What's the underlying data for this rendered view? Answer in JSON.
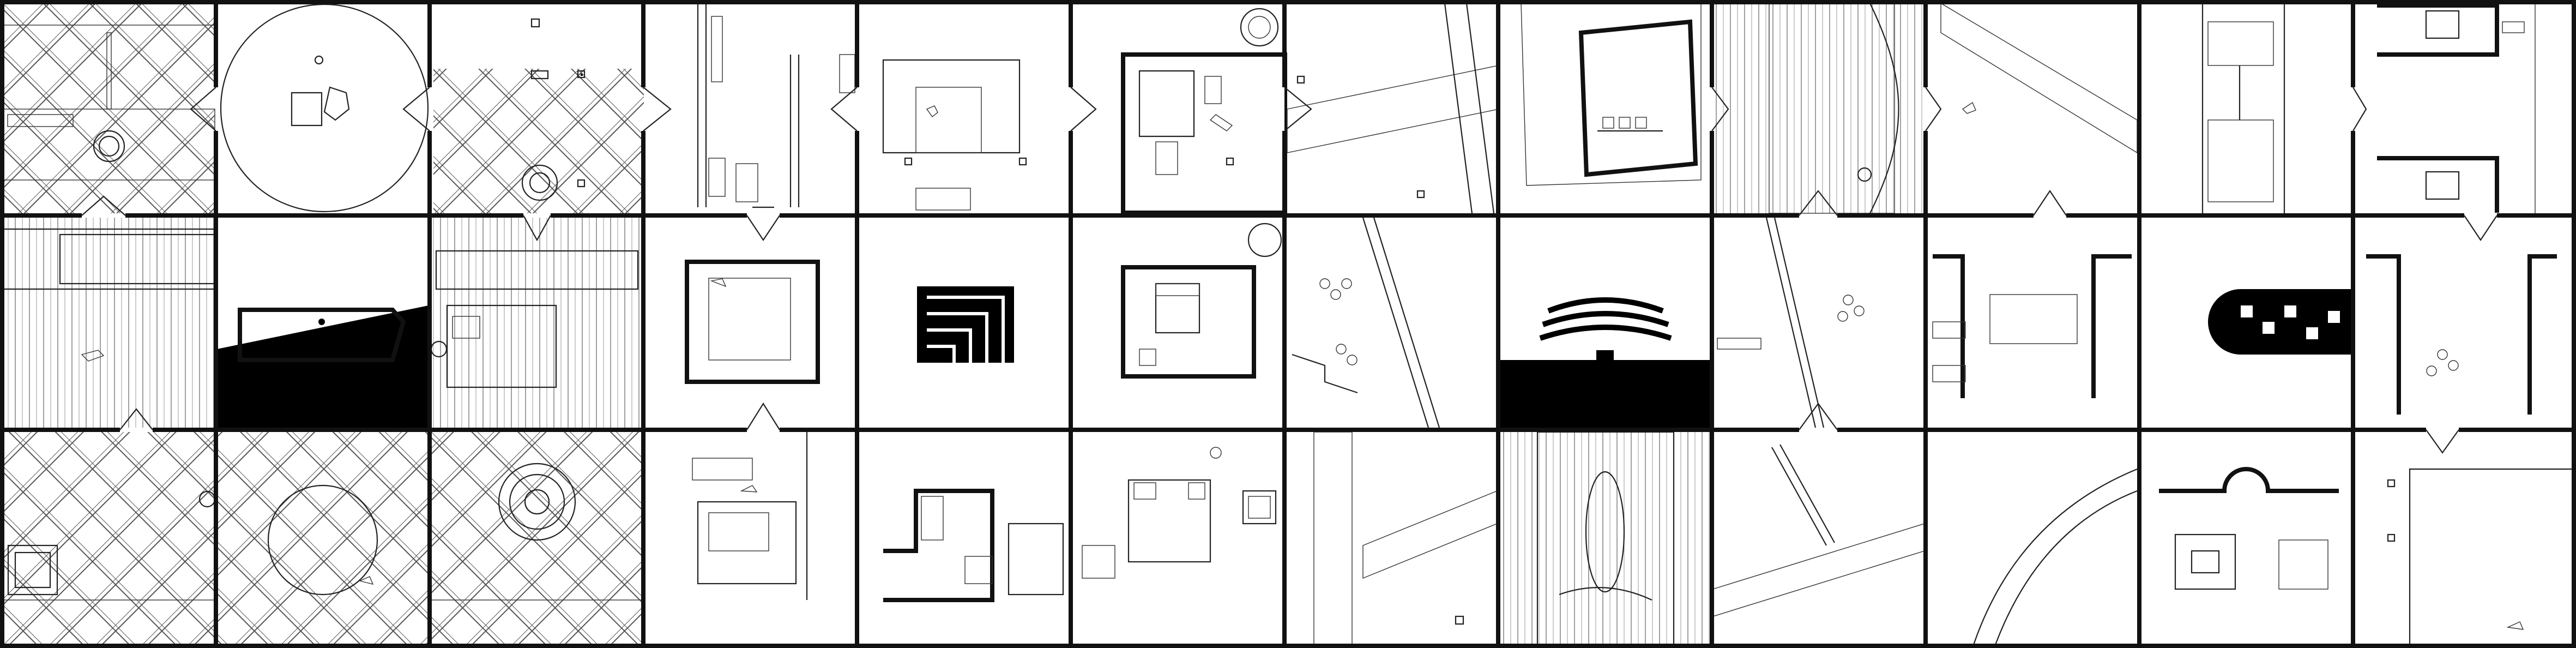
{
  "sheet": {
    "background": "#ffffff",
    "ink": "#111111",
    "columns": 12,
    "rows": 3
  },
  "cells": [
    {
      "row": 0,
      "col": 0,
      "kind": "diagonal-lattice-stairs"
    },
    {
      "row": 0,
      "col": 1,
      "kind": "circular-lattice-room"
    },
    {
      "row": 0,
      "col": 2,
      "kind": "diagonal-lattice-spiral"
    },
    {
      "row": 0,
      "col": 3,
      "kind": "corridor-rooms"
    },
    {
      "row": 0,
      "col": 4,
      "kind": "courtyard-stair"
    },
    {
      "row": 0,
      "col": 5,
      "kind": "furnished-apartment"
    },
    {
      "row": 0,
      "col": 6,
      "kind": "angled-stair-bands"
    },
    {
      "row": 0,
      "col": 7,
      "kind": "rotated-auditorium"
    },
    {
      "row": 0,
      "col": 8,
      "kind": "vertical-bands"
    },
    {
      "row": 0,
      "col": 9,
      "kind": "diagonal-ramp"
    },
    {
      "row": 0,
      "col": 10,
      "kind": "stair-tower"
    },
    {
      "row": 0,
      "col": 11,
      "kind": "bedroom-suites"
    },
    {
      "row": 1,
      "col": 0,
      "kind": "roof-terrace"
    },
    {
      "row": 1,
      "col": 1,
      "kind": "solid-pool"
    },
    {
      "row": 1,
      "col": 2,
      "kind": "terrace-stair"
    },
    {
      "row": 1,
      "col": 3,
      "kind": "stair-box"
    },
    {
      "row": 1,
      "col": 4,
      "kind": "solid-emblem"
    },
    {
      "row": 1,
      "col": 5,
      "kind": "bed-room"
    },
    {
      "row": 1,
      "col": 6,
      "kind": "diagonal-garden"
    },
    {
      "row": 1,
      "col": 7,
      "kind": "solid-seating"
    },
    {
      "row": 1,
      "col": 8,
      "kind": "garden-walk"
    },
    {
      "row": 1,
      "col": 9,
      "kind": "stair-hall"
    },
    {
      "row": 1,
      "col": 10,
      "kind": "solid-checker-pill"
    },
    {
      "row": 1,
      "col": 11,
      "kind": "open-room"
    },
    {
      "row": 2,
      "col": 0,
      "kind": "diagonal-lattice-pavilion"
    },
    {
      "row": 2,
      "col": 1,
      "kind": "lattice-round-room"
    },
    {
      "row": 2,
      "col": 2,
      "kind": "lattice-spiral-stair"
    },
    {
      "row": 2,
      "col": 3,
      "kind": "bedroom-wing"
    },
    {
      "row": 2,
      "col": 4,
      "kind": "walled-court"
    },
    {
      "row": 2,
      "col": 5,
      "kind": "kitchen-bath"
    },
    {
      "row": 2,
      "col": 6,
      "kind": "stair-bands"
    },
    {
      "row": 2,
      "col": 7,
      "kind": "oval-gallery"
    },
    {
      "row": 2,
      "col": 8,
      "kind": "crossing-ramps"
    },
    {
      "row": 2,
      "col": 9,
      "kind": "curved-ramp"
    },
    {
      "row": 2,
      "col": 10,
      "kind": "living-suite"
    },
    {
      "row": 2,
      "col": 11,
      "kind": "arched-hall"
    }
  ]
}
